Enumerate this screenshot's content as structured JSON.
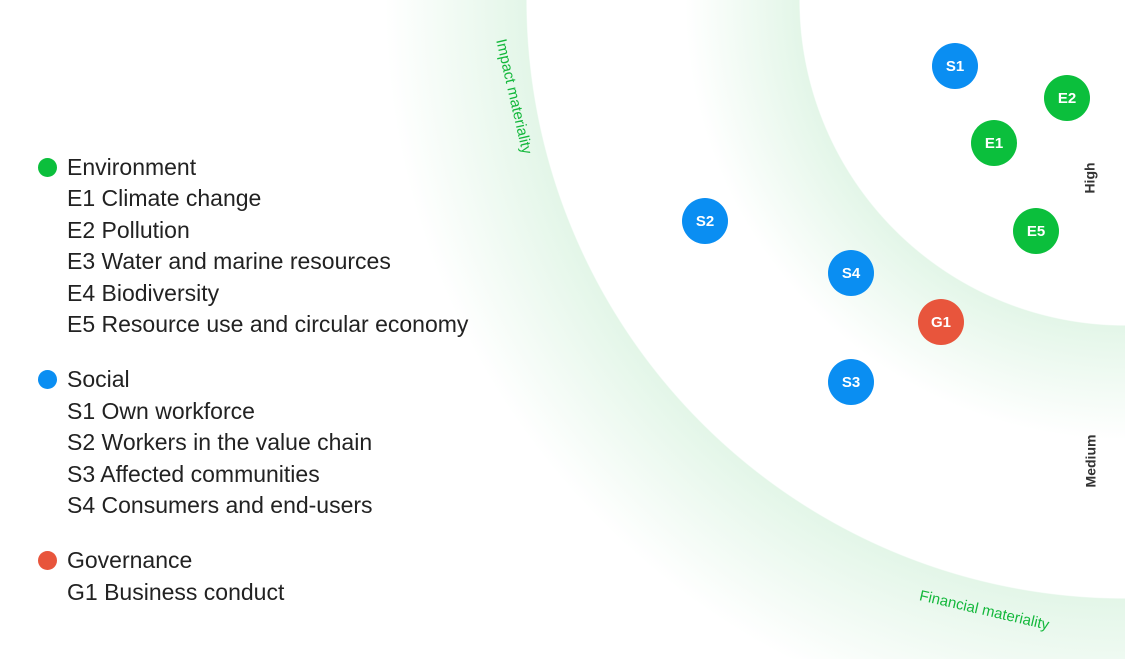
{
  "legend": [
    {
      "name": "Environment",
      "color": "#0bbf3c",
      "items": [
        "E1 Climate change",
        "E2 Pollution",
        "E3 Water and marine resources",
        "E4 Biodiversity",
        "E5 Resource use and circular economy"
      ]
    },
    {
      "name": "Social",
      "color": "#0a8ef2",
      "items": [
        "S1 Own workforce",
        "S2 Workers in the value chain",
        "S3 Affected communities",
        "S4 Consumers and end-users"
      ]
    },
    {
      "name": "Governance",
      "color": "#e8553c",
      "items": [
        "G1 Business conduct"
      ]
    }
  ],
  "axes": {
    "impact": "Impact materiality",
    "financial": "Financial materiality"
  },
  "levels": {
    "high": "High",
    "medium": "Medium"
  },
  "bubbles": [
    {
      "label": "S1",
      "group": "Social"
    },
    {
      "label": "E2",
      "group": "Environment"
    },
    {
      "label": "E1",
      "group": "Environment"
    },
    {
      "label": "S2",
      "group": "Social"
    },
    {
      "label": "E5",
      "group": "Environment"
    },
    {
      "label": "S4",
      "group": "Social"
    },
    {
      "label": "G1",
      "group": "Governance"
    },
    {
      "label": "S3",
      "group": "Social"
    }
  ]
}
